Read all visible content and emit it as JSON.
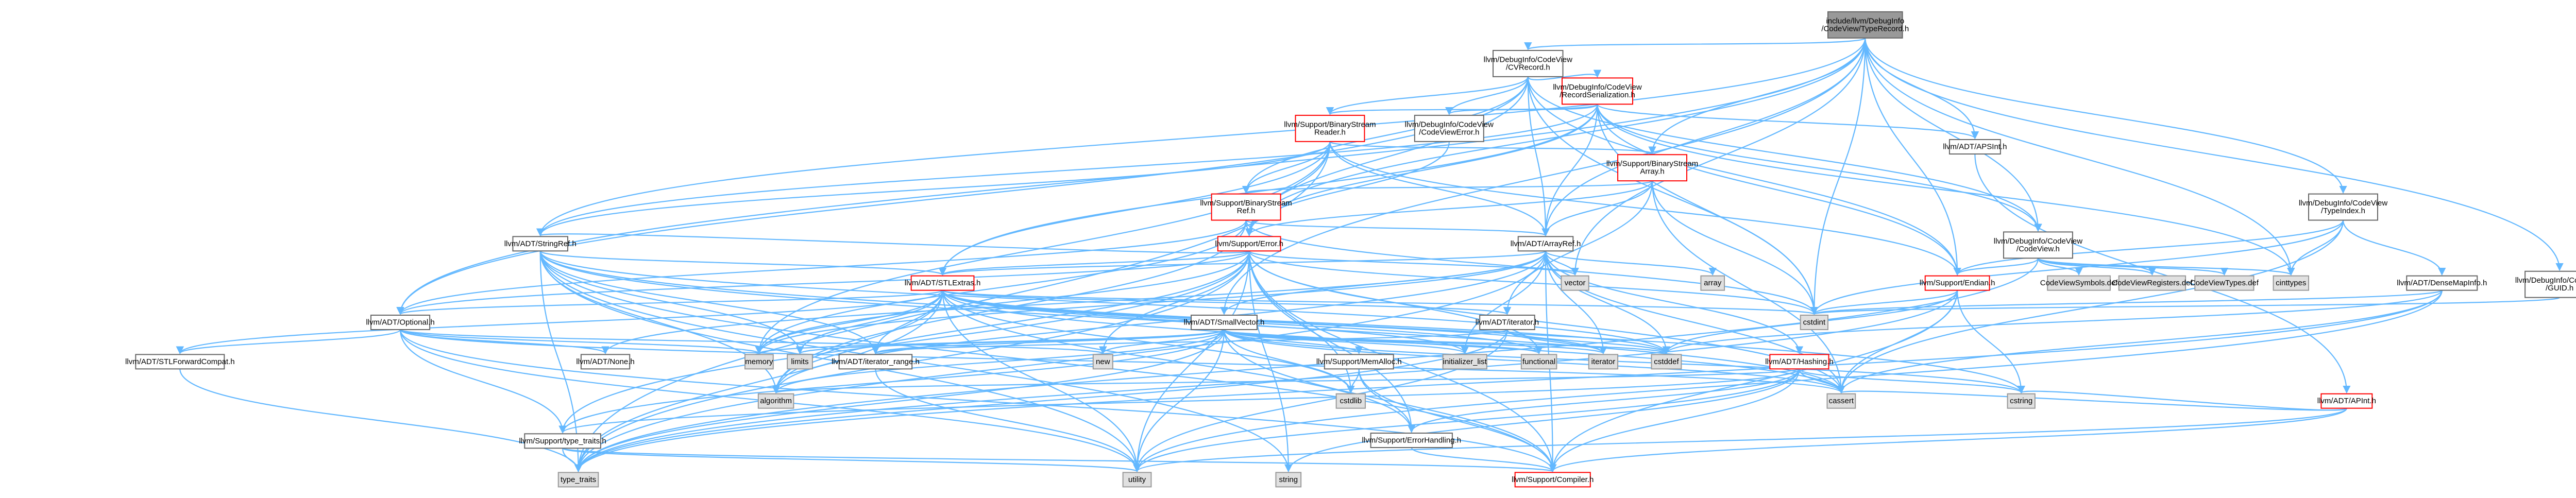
{
  "nodes": [
    {
      "id": "root",
      "lines": [
        "include/llvm/DebugInfo",
        "/CodeView/TypeRecord.h"
      ],
      "style": "root"
    },
    {
      "id": "cvrecord",
      "lines": [
        "llvm/DebugInfo/CodeView",
        "/CVRecord.h"
      ],
      "style": "normal"
    },
    {
      "id": "recser",
      "lines": [
        "llvm/DebugInfo/CodeView",
        "/RecordSerialization.h"
      ],
      "style": "red"
    },
    {
      "id": "bsreader",
      "lines": [
        "llvm/Support/BinaryStream",
        "Reader.h"
      ],
      "style": "red"
    },
    {
      "id": "cverror",
      "lines": [
        "llvm/DebugInfo/CodeView",
        "/CodeViewError.h"
      ],
      "style": "normal"
    },
    {
      "id": "apsint",
      "lines": [
        "llvm/ADT/APSInt.h"
      ],
      "style": "normal"
    },
    {
      "id": "bsarray",
      "lines": [
        "llvm/Support/BinaryStream",
        "Array.h"
      ],
      "style": "red"
    },
    {
      "id": "bsref",
      "lines": [
        "llvm/Support/BinaryStream",
        "Ref.h"
      ],
      "style": "red"
    },
    {
      "id": "typeindex",
      "lines": [
        "llvm/DebugInfo/CodeView",
        "/TypeIndex.h"
      ],
      "style": "normal"
    },
    {
      "id": "stringref",
      "lines": [
        "llvm/ADT/StringRef.h"
      ],
      "style": "normal"
    },
    {
      "id": "error",
      "lines": [
        "llvm/Support/Error.h"
      ],
      "style": "red"
    },
    {
      "id": "arrayref",
      "lines": [
        "llvm/ADT/ArrayRef.h"
      ],
      "style": "normal"
    },
    {
      "id": "codeview",
      "lines": [
        "llvm/DebugInfo/CodeView",
        "/CodeView.h"
      ],
      "style": "normal"
    },
    {
      "id": "densemapinfo",
      "lines": [
        "llvm/ADT/DenseMapInfo.h"
      ],
      "style": "normal"
    },
    {
      "id": "guid",
      "lines": [
        "llvm/DebugInfo/CodeView",
        "/GUID.h"
      ],
      "style": "normal"
    },
    {
      "id": "stlextras",
      "lines": [
        "llvm/ADT/STLExtras.h"
      ],
      "style": "red"
    },
    {
      "id": "vector",
      "lines": [
        "vector"
      ],
      "style": "grey"
    },
    {
      "id": "array",
      "lines": [
        "array"
      ],
      "style": "grey"
    },
    {
      "id": "endian",
      "lines": [
        "llvm/Support/Endian.h"
      ],
      "style": "red"
    },
    {
      "id": "cvsymbols",
      "lines": [
        "CodeViewSymbols.def"
      ],
      "style": "grey"
    },
    {
      "id": "cvregisters",
      "lines": [
        "CodeViewRegisters.def"
      ],
      "style": "grey"
    },
    {
      "id": "cvtypes",
      "lines": [
        "CodeViewTypes.def"
      ],
      "style": "grey"
    },
    {
      "id": "cinttypes",
      "lines": [
        "cinttypes"
      ],
      "style": "grey"
    },
    {
      "id": "optional",
      "lines": [
        "llvm/ADT/Optional.h"
      ],
      "style": "normal"
    },
    {
      "id": "smallvector",
      "lines": [
        "llvm/ADT/SmallVector.h"
      ],
      "style": "normal"
    },
    {
      "id": "iterator",
      "lines": [
        "llvm/ADT/iterator.h"
      ],
      "style": "normal"
    },
    {
      "id": "cstdint",
      "lines": [
        "cstdint"
      ],
      "style": "grey"
    },
    {
      "id": "stlforward",
      "lines": [
        "llvm/ADT/STLForwardCompat.h"
      ],
      "style": "normal"
    },
    {
      "id": "none",
      "lines": [
        "llvm/ADT/None.h"
      ],
      "style": "normal"
    },
    {
      "id": "memory",
      "lines": [
        "memory"
      ],
      "style": "grey"
    },
    {
      "id": "limits",
      "lines": [
        "limits"
      ],
      "style": "grey"
    },
    {
      "id": "iterrange",
      "lines": [
        "llvm/ADT/iterator_range.h"
      ],
      "style": "normal"
    },
    {
      "id": "new",
      "lines": [
        "new"
      ],
      "style": "grey"
    },
    {
      "id": "memalloc",
      "lines": [
        "llvm/Support/MemAlloc.h"
      ],
      "style": "normal"
    },
    {
      "id": "initlist",
      "lines": [
        "initializer_list"
      ],
      "style": "grey"
    },
    {
      "id": "functional",
      "lines": [
        "functional"
      ],
      "style": "grey"
    },
    {
      "id": "iteratorstd",
      "lines": [
        "iterator"
      ],
      "style": "grey"
    },
    {
      "id": "cstddef",
      "lines": [
        "cstddef"
      ],
      "style": "grey"
    },
    {
      "id": "hashing",
      "lines": [
        "llvm/ADT/Hashing.h"
      ],
      "style": "red"
    },
    {
      "id": "apint",
      "lines": [
        "llvm/ADT/APInt.h"
      ],
      "style": "red"
    },
    {
      "id": "typetraits",
      "lines": [
        "llvm/Support/type_traits.h"
      ],
      "style": "normal"
    },
    {
      "id": "algorithm",
      "lines": [
        "algorithm"
      ],
      "style": "grey"
    },
    {
      "id": "cstdlib",
      "lines": [
        "cstdlib"
      ],
      "style": "grey"
    },
    {
      "id": "errhandling",
      "lines": [
        "llvm/Support/ErrorHandling.h"
      ],
      "style": "normal"
    },
    {
      "id": "cassert",
      "lines": [
        "cassert"
      ],
      "style": "grey"
    },
    {
      "id": "cstring",
      "lines": [
        "cstring"
      ],
      "style": "grey"
    },
    {
      "id": "type_traits",
      "lines": [
        "type_traits"
      ],
      "style": "grey"
    },
    {
      "id": "utility",
      "lines": [
        "utility"
      ],
      "style": "grey"
    },
    {
      "id": "string",
      "lines": [
        "string"
      ],
      "style": "grey"
    },
    {
      "id": "compiler",
      "lines": [
        "llvm/Support/Compiler.h"
      ],
      "style": "red"
    }
  ],
  "edges": [
    [
      "root",
      "cvrecord"
    ],
    [
      "root",
      "typeindex"
    ],
    [
      "root",
      "stringref"
    ],
    [
      "root",
      "arrayref"
    ],
    [
      "root",
      "codeview"
    ],
    [
      "root",
      "apsint"
    ],
    [
      "root",
      "optional"
    ],
    [
      "root",
      "guid"
    ],
    [
      "root",
      "endian"
    ],
    [
      "root",
      "bsarray"
    ],
    [
      "root",
      "smallvector"
    ],
    [
      "root",
      "vector"
    ],
    [
      "root",
      "cinttypes"
    ],
    [
      "root",
      "cstdint"
    ],
    [
      "root",
      "error"
    ],
    [
      "cvrecord",
      "recser"
    ],
    [
      "cvrecord",
      "cverror"
    ],
    [
      "cvrecord",
      "bsreader"
    ],
    [
      "cvrecord",
      "bsref"
    ],
    [
      "cvrecord",
      "arrayref"
    ],
    [
      "cvrecord",
      "optional"
    ],
    [
      "cvrecord",
      "error"
    ],
    [
      "cvrecord",
      "endian"
    ],
    [
      "cvrecord",
      "codeview"
    ],
    [
      "cvrecord",
      "cstdint"
    ],
    [
      "recser",
      "apsint"
    ],
    [
      "recser",
      "arrayref"
    ],
    [
      "recser",
      "stringref"
    ],
    [
      "recser",
      "bsreader"
    ],
    [
      "recser",
      "cverror"
    ],
    [
      "recser",
      "codeview"
    ],
    [
      "recser",
      "endian"
    ],
    [
      "recser",
      "error"
    ],
    [
      "recser",
      "cinttypes"
    ],
    [
      "recser",
      "cstdint"
    ],
    [
      "recser",
      "stlextras"
    ],
    [
      "bsreader",
      "bsarray"
    ],
    [
      "bsreader",
      "bsref"
    ],
    [
      "bsreader",
      "arrayref"
    ],
    [
      "bsreader",
      "stringref"
    ],
    [
      "bsreader",
      "error"
    ],
    [
      "bsreader",
      "endian"
    ],
    [
      "bsreader",
      "stlextras"
    ],
    [
      "bsreader",
      "type_traits"
    ],
    [
      "bsreader",
      "memory"
    ],
    [
      "cverror",
      "error"
    ],
    [
      "apsint",
      "apint"
    ],
    [
      "bsarray",
      "bsref"
    ],
    [
      "bsarray",
      "arrayref"
    ],
    [
      "bsarray",
      "error"
    ],
    [
      "bsarray",
      "iterator"
    ],
    [
      "bsarray",
      "cassert"
    ],
    [
      "bsarray",
      "cstdint"
    ],
    [
      "bsref",
      "arrayref"
    ],
    [
      "bsref",
      "optional"
    ],
    [
      "bsref",
      "error"
    ],
    [
      "bsref",
      "algorithm"
    ],
    [
      "bsref",
      "cstdint"
    ],
    [
      "bsref",
      "memory"
    ],
    [
      "typeindex",
      "endian"
    ],
    [
      "typeindex",
      "cinttypes"
    ],
    [
      "typeindex",
      "densemapinfo"
    ],
    [
      "typeindex",
      "cassert"
    ],
    [
      "typeindex",
      "cstdint"
    ],
    [
      "stringref",
      "stlextras"
    ],
    [
      "stringref",
      "iterrange"
    ],
    [
      "stringref",
      "compiler"
    ],
    [
      "stringref",
      "algorithm"
    ],
    [
      "stringref",
      "cassert"
    ],
    [
      "stringref",
      "cstddef"
    ],
    [
      "stringref",
      "cstring"
    ],
    [
      "stringref",
      "limits"
    ],
    [
      "stringref",
      "string"
    ],
    [
      "stringref",
      "type_traits"
    ],
    [
      "stringref",
      "utility"
    ],
    [
      "error",
      "stlextras"
    ],
    [
      "error",
      "stringref"
    ],
    [
      "error",
      "twine_skip"
    ],
    [
      "error",
      "errhandling"
    ],
    [
      "error",
      "memory"
    ],
    [
      "error",
      "new"
    ],
    [
      "error",
      "optional"
    ],
    [
      "error",
      "algorithm"
    ],
    [
      "error",
      "cassert"
    ],
    [
      "error",
      "cstdint"
    ],
    [
      "error",
      "cstdlib"
    ],
    [
      "error",
      "functional"
    ],
    [
      "error",
      "string"
    ],
    [
      "error",
      "system_error_skip"
    ],
    [
      "error",
      "type_traits"
    ],
    [
      "error",
      "utility"
    ],
    [
      "error",
      "vector"
    ],
    [
      "error",
      "compiler"
    ],
    [
      "error",
      "typetraits"
    ],
    [
      "arrayref",
      "hashing"
    ],
    [
      "arrayref",
      "none"
    ],
    [
      "arrayref",
      "smallvector"
    ],
    [
      "arrayref",
      "stlextras"
    ],
    [
      "arrayref",
      "compiler"
    ],
    [
      "arrayref",
      "algorithm"
    ],
    [
      "arrayref",
      "array"
    ],
    [
      "arrayref",
      "cassert"
    ],
    [
      "arrayref",
      "cstddef"
    ],
    [
      "arrayref",
      "initlist"
    ],
    [
      "arrayref",
      "iteratorstd"
    ],
    [
      "arrayref",
      "memory"
    ],
    [
      "arrayref",
      "type_traits"
    ],
    [
      "arrayref",
      "vector"
    ],
    [
      "codeview",
      "cvsymbols"
    ],
    [
      "codeview",
      "cvregisters"
    ],
    [
      "codeview",
      "cvtypes"
    ],
    [
      "codeview",
      "endian"
    ],
    [
      "codeview",
      "cinttypes"
    ],
    [
      "codeview",
      "type_traits"
    ],
    [
      "densemapinfo",
      "cassert"
    ],
    [
      "densemapinfo",
      "cstddef"
    ],
    [
      "densemapinfo",
      "cstdint"
    ],
    [
      "densemapinfo",
      "tuple_skip"
    ],
    [
      "densemapinfo",
      "type_traits"
    ],
    [
      "densemapinfo",
      "utility"
    ],
    [
      "guid",
      "cstdint"
    ],
    [
      "guid",
      "raw_skip"
    ],
    [
      "stlextras",
      "optional"
    ],
    [
      "stlextras",
      "stlforward"
    ],
    [
      "stlextras",
      "iterator"
    ],
    [
      "stlextras",
      "iterrange"
    ],
    [
      "stlextras",
      "errhandling"
    ],
    [
      "stlextras",
      "algorithm"
    ],
    [
      "stlextras",
      "cassert"
    ],
    [
      "stlextras",
      "cstddef"
    ],
    [
      "stlextras",
      "cstdint"
    ],
    [
      "stlextras",
      "cstdlib"
    ],
    [
      "stlextras",
      "functional"
    ],
    [
      "stlextras",
      "initlist"
    ],
    [
      "stlextras",
      "iteratorstd"
    ],
    [
      "stlextras",
      "limits"
    ],
    [
      "stlextras",
      "memory"
    ],
    [
      "stlextras",
      "tuple_skip"
    ],
    [
      "stlextras",
      "type_traits"
    ],
    [
      "stlextras",
      "utility"
    ],
    [
      "endian",
      "compiler"
    ],
    [
      "endian",
      "cassert"
    ],
    [
      "endian",
      "cstddef"
    ],
    [
      "endian",
      "cstdint"
    ],
    [
      "endian",
      "cstring"
    ],
    [
      "endian",
      "type_traits"
    ],
    [
      "optional",
      "none"
    ],
    [
      "optional",
      "stlforward"
    ],
    [
      "optional",
      "compiler"
    ],
    [
      "optional",
      "typetraits"
    ],
    [
      "optional",
      "cassert"
    ],
    [
      "optional",
      "memory"
    ],
    [
      "optional",
      "new"
    ],
    [
      "optional",
      "utility"
    ],
    [
      "smallvector",
      "iterrange"
    ],
    [
      "smallvector",
      "compiler"
    ],
    [
      "smallvector",
      "memalloc"
    ],
    [
      "smallvector",
      "typetraits"
    ],
    [
      "smallvector",
      "algorithm"
    ],
    [
      "smallvector",
      "cassert"
    ],
    [
      "smallvector",
      "cstddef"
    ],
    [
      "smallvector",
      "cstdlib"
    ],
    [
      "smallvector",
      "cstring"
    ],
    [
      "smallvector",
      "functional"
    ],
    [
      "smallvector",
      "initlist"
    ],
    [
      "smallvector",
      "iteratorstd"
    ],
    [
      "smallvector",
      "limits"
    ],
    [
      "smallvector",
      "memory"
    ],
    [
      "smallvector",
      "new"
    ],
    [
      "smallvector",
      "type_traits"
    ],
    [
      "smallvector",
      "utility"
    ],
    [
      "iterator",
      "iterrange"
    ],
    [
      "iterator",
      "cstddef"
    ],
    [
      "iterator",
      "iteratorstd"
    ],
    [
      "iterator",
      "type_traits"
    ],
    [
      "iterator",
      "utility"
    ],
    [
      "stlforward",
      "type_traits"
    ],
    [
      "iterrange",
      "utility"
    ],
    [
      "memalloc",
      "compiler"
    ],
    [
      "memalloc",
      "errhandling"
    ],
    [
      "memalloc",
      "cstdlib"
    ],
    [
      "hashing",
      "errhandling"
    ],
    [
      "hashing",
      "typetraits"
    ],
    [
      "hashing",
      "algorithm"
    ],
    [
      "hashing",
      "cassert"
    ],
    [
      "hashing",
      "cstring"
    ],
    [
      "hashing",
      "string"
    ],
    [
      "hashing",
      "tuple_skip"
    ],
    [
      "hashing",
      "utility"
    ],
    [
      "hashing",
      "compiler"
    ],
    [
      "apint",
      "compiler"
    ],
    [
      "apint",
      "cassert"
    ],
    [
      "apint",
      "climits_skip"
    ],
    [
      "apint",
      "cstring"
    ],
    [
      "apint",
      "utility"
    ],
    [
      "typetraits",
      "compiler"
    ],
    [
      "typetraits",
      "type_traits"
    ],
    [
      "typetraits",
      "utility"
    ],
    [
      "errhandling",
      "compiler"
    ]
  ]
}
